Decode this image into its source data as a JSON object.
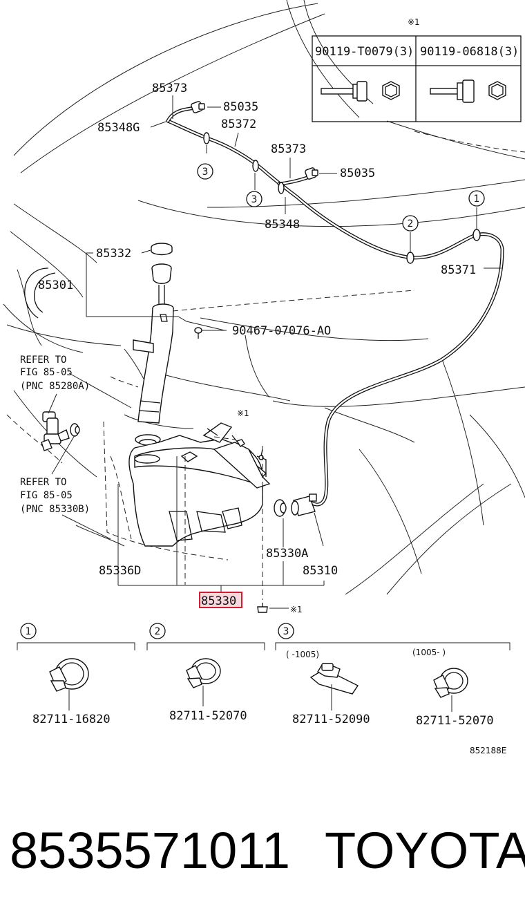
{
  "diagram_code": "852188E",
  "fastener_table": {
    "note_mark": "※1",
    "col1": "90119-T0079(3)",
    "col2": "90119-06818(3)"
  },
  "labels": {
    "p85373a": "85373",
    "p85035a": "85035",
    "p85348g": "85348G",
    "p85372": "85372",
    "p85373b": "85373",
    "p85035b": "85035",
    "p85348": "85348",
    "p85332": "85332",
    "p85301": "85301",
    "p85371": "85371",
    "p90467": "90467-07076-AO",
    "refer1_line1": "REFER TO",
    "refer1_line2": "FIG 85-05",
    "refer1_line3": "(PNC 85280A)",
    "refer2_line1": "REFER TO",
    "refer2_line2": "FIG 85-05",
    "refer2_line3": "(PNC 85330B)",
    "p85330a": "85330A",
    "p85336d": "85336D",
    "p85310": "85310",
    "p85330": "85330",
    "note_bolt_top": "※1",
    "note_bolt_bottom": "※1"
  },
  "callouts": {
    "c1": "1",
    "c2": "2",
    "c3": "3"
  },
  "clips": {
    "g1_num": "1",
    "g1_part": "82711-16820",
    "g2_num": "2",
    "g2_part": "82711-52070",
    "g3_num": "3",
    "g3a_range": "(      -1005)",
    "g3a_part": "82711-52090",
    "g3b_range": "(1005-      )",
    "g3b_part": "82711-52070"
  },
  "footer": {
    "part_number": "8535571011",
    "brand": "TOYOTA"
  },
  "colors": {
    "line": "#111111",
    "highlight_border": "#d21e32",
    "highlight_fill": "#f6d8dd"
  }
}
